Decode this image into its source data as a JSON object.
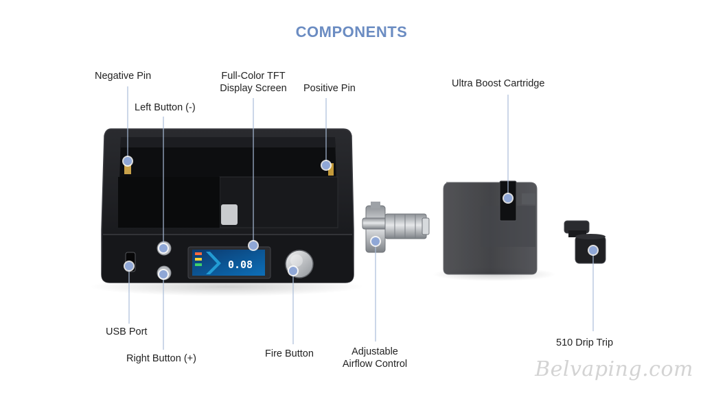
{
  "title": "COMPONENTS",
  "colors": {
    "title": "#6b8cc2",
    "leader_line": "#a9bcd8",
    "marker_fill": "#8fa7d6",
    "marker_ring": "#ffffff",
    "device_body": "#1b1c1f",
    "device_edge": "#3a3b40",
    "cartridge": "#2b2c30",
    "steel": "#bfc3c8"
  },
  "labels": {
    "negative_pin": "Negative Pin",
    "left_button": "Left Button (-)",
    "display_line1": "Full-Color TFT",
    "display_line2": "Display Screen",
    "positive_pin": "Positive Pin",
    "ultra_boost": "Ultra Boost Cartridge",
    "usb_port": "USB Port",
    "right_button": "Right Button (+)",
    "fire_button": "Fire Button",
    "airflow_line1": "Adjustable",
    "airflow_line2": "Airflow Control",
    "drip_tip": "510 Drip Trip"
  },
  "screen": {
    "reading": "0.08"
  },
  "watermark": "Belvaping.com"
}
